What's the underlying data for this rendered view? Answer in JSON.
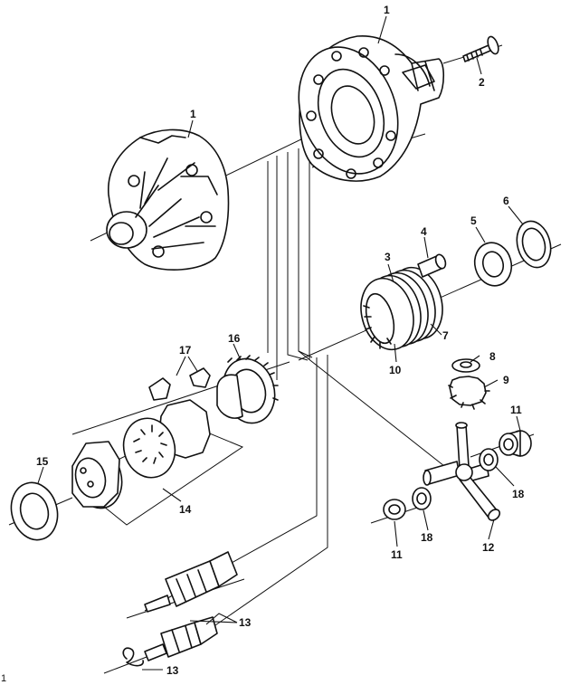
{
  "callouts": {
    "c1a": "1",
    "c1b": "1",
    "c2": "2",
    "c3": "3",
    "c4": "4",
    "c5": "5",
    "c6": "6",
    "c7": "7",
    "c8": "8",
    "c9": "9",
    "c10": "10",
    "c11a": "11",
    "c11b": "11",
    "c12": "12",
    "c13a": "13",
    "c13b": "13",
    "c14": "14",
    "c15": "15",
    "c16": "16",
    "c17": "17",
    "c18a": "18",
    "c18b": "18"
  },
  "corner_mark": "1",
  "colors": {
    "line": "#111111",
    "background": "#ffffff"
  }
}
